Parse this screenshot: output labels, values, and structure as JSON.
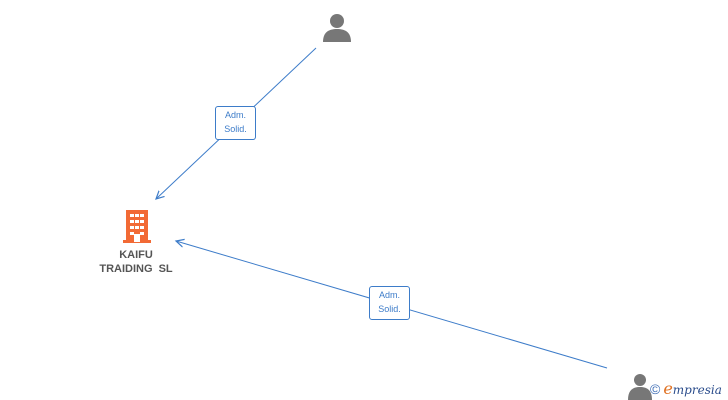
{
  "company": {
    "name_line1": "KAIFU",
    "name_line2": "TRAIDING  SL",
    "icon": "building-icon"
  },
  "persons": [
    {
      "icon": "person-icon"
    },
    {
      "icon": "person-icon"
    }
  ],
  "relations": [
    {
      "label_line1": "Adm.",
      "label_line2": "Solid."
    },
    {
      "label_line1": "Adm.",
      "label_line2": "Solid."
    }
  ],
  "watermark": {
    "symbol": "©",
    "brand_first": "e",
    "brand_rest": "mpresia"
  },
  "colors": {
    "edge": "#3d7cc9",
    "company_icon": "#f26a35",
    "person_icon": "#777777"
  }
}
